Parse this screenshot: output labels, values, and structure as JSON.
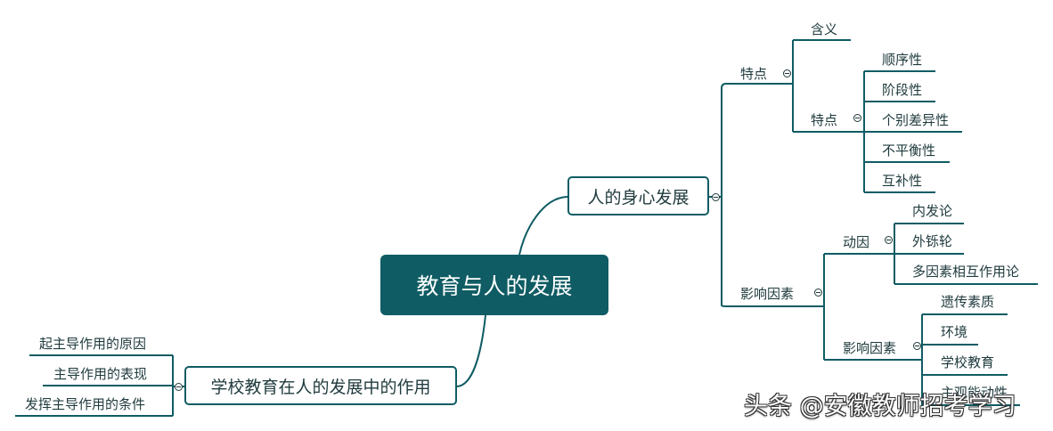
{
  "mindmap": {
    "root": "教育与人的发展",
    "branch1": {
      "label": "人的身心发展",
      "features": {
        "label": "特点",
        "meaning": "含义",
        "features2": {
          "label": "特点",
          "items": [
            "顺序性",
            "阶段性",
            "个别差异性",
            "不平衡性",
            "互补性"
          ]
        }
      },
      "factors": {
        "label": "影响因素",
        "motive": {
          "label": "动因",
          "items": [
            "内发论",
            "外铄轮",
            "多因素相互作用论"
          ]
        },
        "factors2": {
          "label": "影响因素",
          "items": [
            "遗传素质",
            "环境",
            "学校教育",
            "主观能动性"
          ]
        }
      }
    },
    "branch2": {
      "label": "学校教育在人的发展中的作用",
      "items": [
        "起主导作用的原因",
        "主导作用的表现",
        "发挥主导作用的条件"
      ]
    }
  },
  "watermark": "头条 @安徽教师招考学习",
  "colors": {
    "primary": "#0f5c64",
    "text": "#1f3a3d",
    "background": "#ffffff"
  }
}
